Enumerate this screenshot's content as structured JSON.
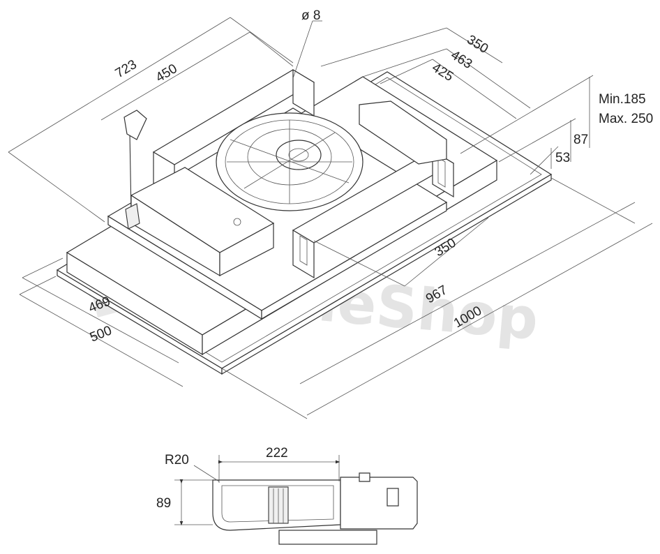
{
  "watermark": "OnlineShop",
  "main_view": {
    "dimensions": {
      "d723": "723",
      "d450": "450",
      "d350_top": "350",
      "d463": "463",
      "d425": "425",
      "phi8": "ø 8",
      "min185": "Min.185",
      "max250": "Max. 250",
      "d87": "87",
      "d53": "53",
      "d350_mid": "350",
      "d967": "967",
      "d1000": "1000",
      "d469": "469",
      "d500": "500"
    }
  },
  "side_view": {
    "dimensions": {
      "r20": "R20",
      "d222": "222",
      "d89": "89"
    }
  }
}
